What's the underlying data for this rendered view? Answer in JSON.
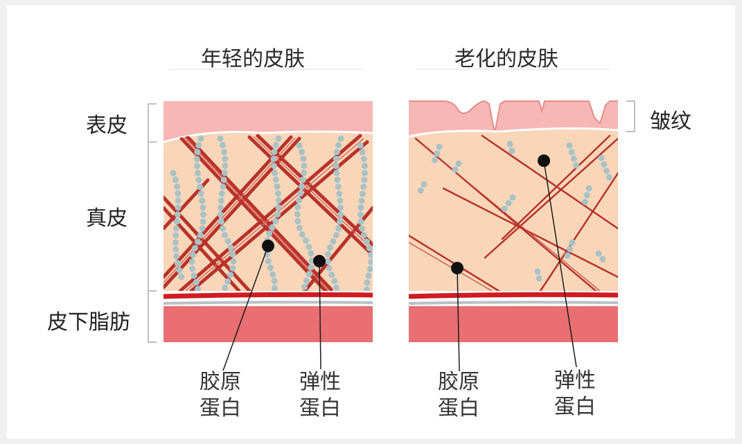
{
  "titles": {
    "young": "年轻的皮肤",
    "aged": "老化的皮肤"
  },
  "layers": {
    "epidermis": "表皮",
    "dermis": "真皮",
    "subcutaneous": "皮下脂肪"
  },
  "wrinkle": "皱纹",
  "callouts": {
    "young_collagen": [
      "胶原",
      "蛋白"
    ],
    "young_elastin": [
      "弹性",
      "蛋白"
    ],
    "aged_collagen": [
      "胶原",
      "蛋白"
    ],
    "aged_elastin": [
      "弹性",
      "蛋白"
    ]
  },
  "colors": {
    "background": "#f0f0f0",
    "card": "#ffffff",
    "epidermis": "#f6b7b5",
    "dermis": "#fad6b8",
    "fat": "#e96f72",
    "collagen": "#b8322c",
    "elastin": "#a9c2c6",
    "vessel": "#d11b22"
  }
}
